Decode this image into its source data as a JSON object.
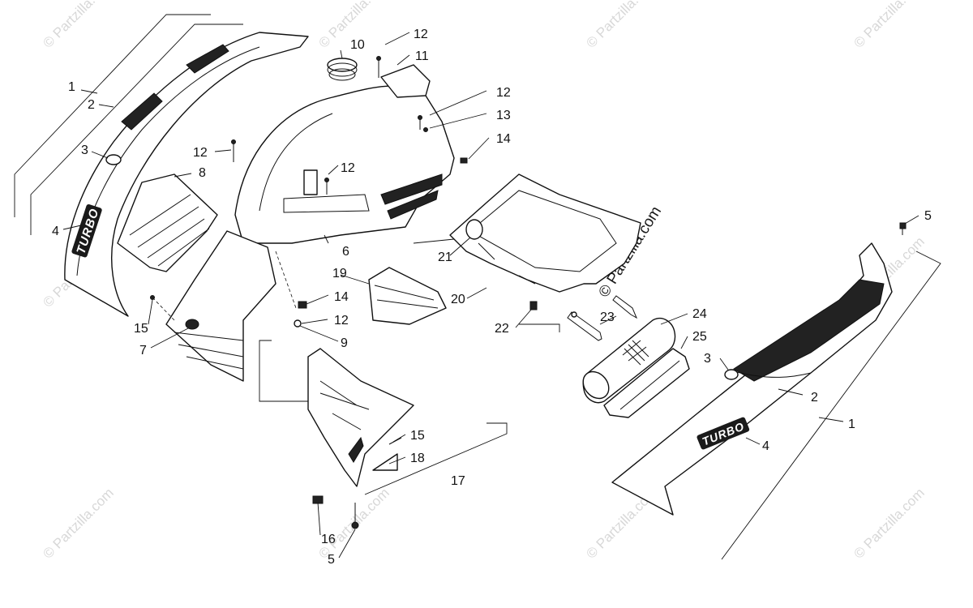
{
  "watermark": {
    "text": "© Partzilla.com"
  },
  "brand_text": "TURBO",
  "callouts": [
    {
      "id": "c1a",
      "text": "1"
    },
    {
      "id": "c2a",
      "text": "2"
    },
    {
      "id": "c3a",
      "text": "3"
    },
    {
      "id": "c4a",
      "text": "4"
    },
    {
      "id": "c5a",
      "text": "5"
    },
    {
      "id": "c6",
      "text": "6"
    },
    {
      "id": "c7",
      "text": "7"
    },
    {
      "id": "c8",
      "text": "8"
    },
    {
      "id": "c9",
      "text": "9"
    },
    {
      "id": "c10",
      "text": "10"
    },
    {
      "id": "c11",
      "text": "11"
    },
    {
      "id": "c12a",
      "text": "12"
    },
    {
      "id": "c12b",
      "text": "12"
    },
    {
      "id": "c12c",
      "text": "12"
    },
    {
      "id": "c12d",
      "text": "12"
    },
    {
      "id": "c12e",
      "text": "12"
    },
    {
      "id": "c13",
      "text": "13"
    },
    {
      "id": "c14a",
      "text": "14"
    },
    {
      "id": "c14b",
      "text": "14"
    },
    {
      "id": "c15a",
      "text": "15"
    },
    {
      "id": "c15b",
      "text": "15"
    },
    {
      "id": "c16",
      "text": "16"
    },
    {
      "id": "c17",
      "text": "17"
    },
    {
      "id": "c18",
      "text": "18"
    },
    {
      "id": "c19",
      "text": "19"
    },
    {
      "id": "c20",
      "text": "20"
    },
    {
      "id": "c21",
      "text": "21"
    },
    {
      "id": "c22",
      "text": "22"
    },
    {
      "id": "c23",
      "text": "23"
    },
    {
      "id": "c24",
      "text": "24"
    },
    {
      "id": "c25",
      "text": "25"
    },
    {
      "id": "c1b",
      "text": "1"
    },
    {
      "id": "c2b",
      "text": "2"
    },
    {
      "id": "c3b",
      "text": "3"
    },
    {
      "id": "c4b",
      "text": "4"
    },
    {
      "id": "c5b",
      "text": "5"
    }
  ]
}
